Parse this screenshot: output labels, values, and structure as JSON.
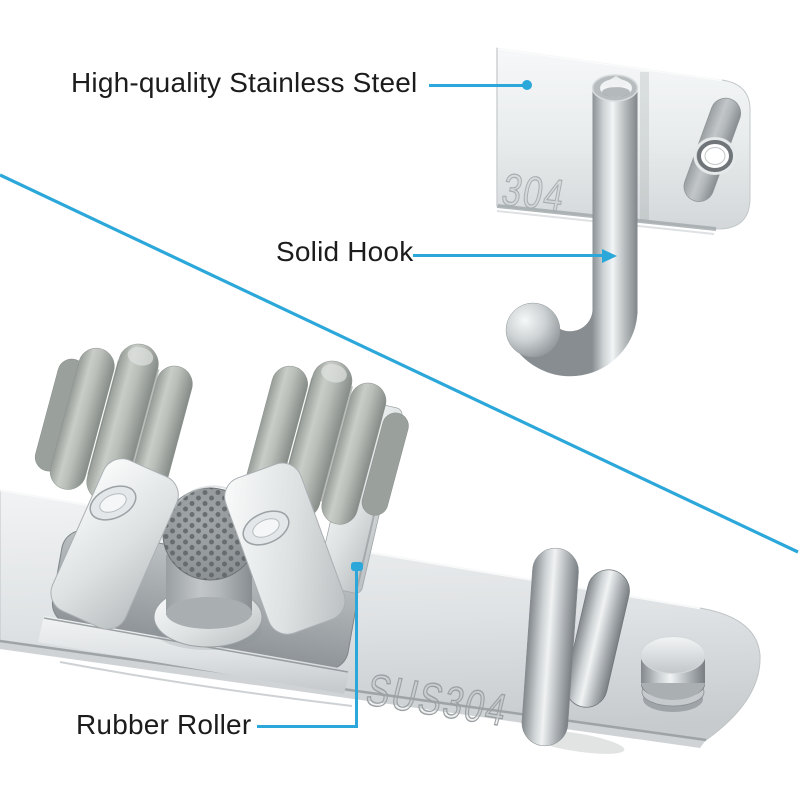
{
  "colors": {
    "accent": "#2BA7DA",
    "label_text": "#1C1C1C",
    "engraving": "#9FA5A8",
    "background": "#FFFFFF"
  },
  "callouts": {
    "stainless_steel": {
      "label": "High-quality Stainless Steel"
    },
    "solid_hook": {
      "label": "Solid Hook"
    },
    "rubber_roller": {
      "label": "Rubber Roller"
    }
  },
  "engravings": {
    "top_rail": "304",
    "bottom_rail": "SUS304"
  }
}
